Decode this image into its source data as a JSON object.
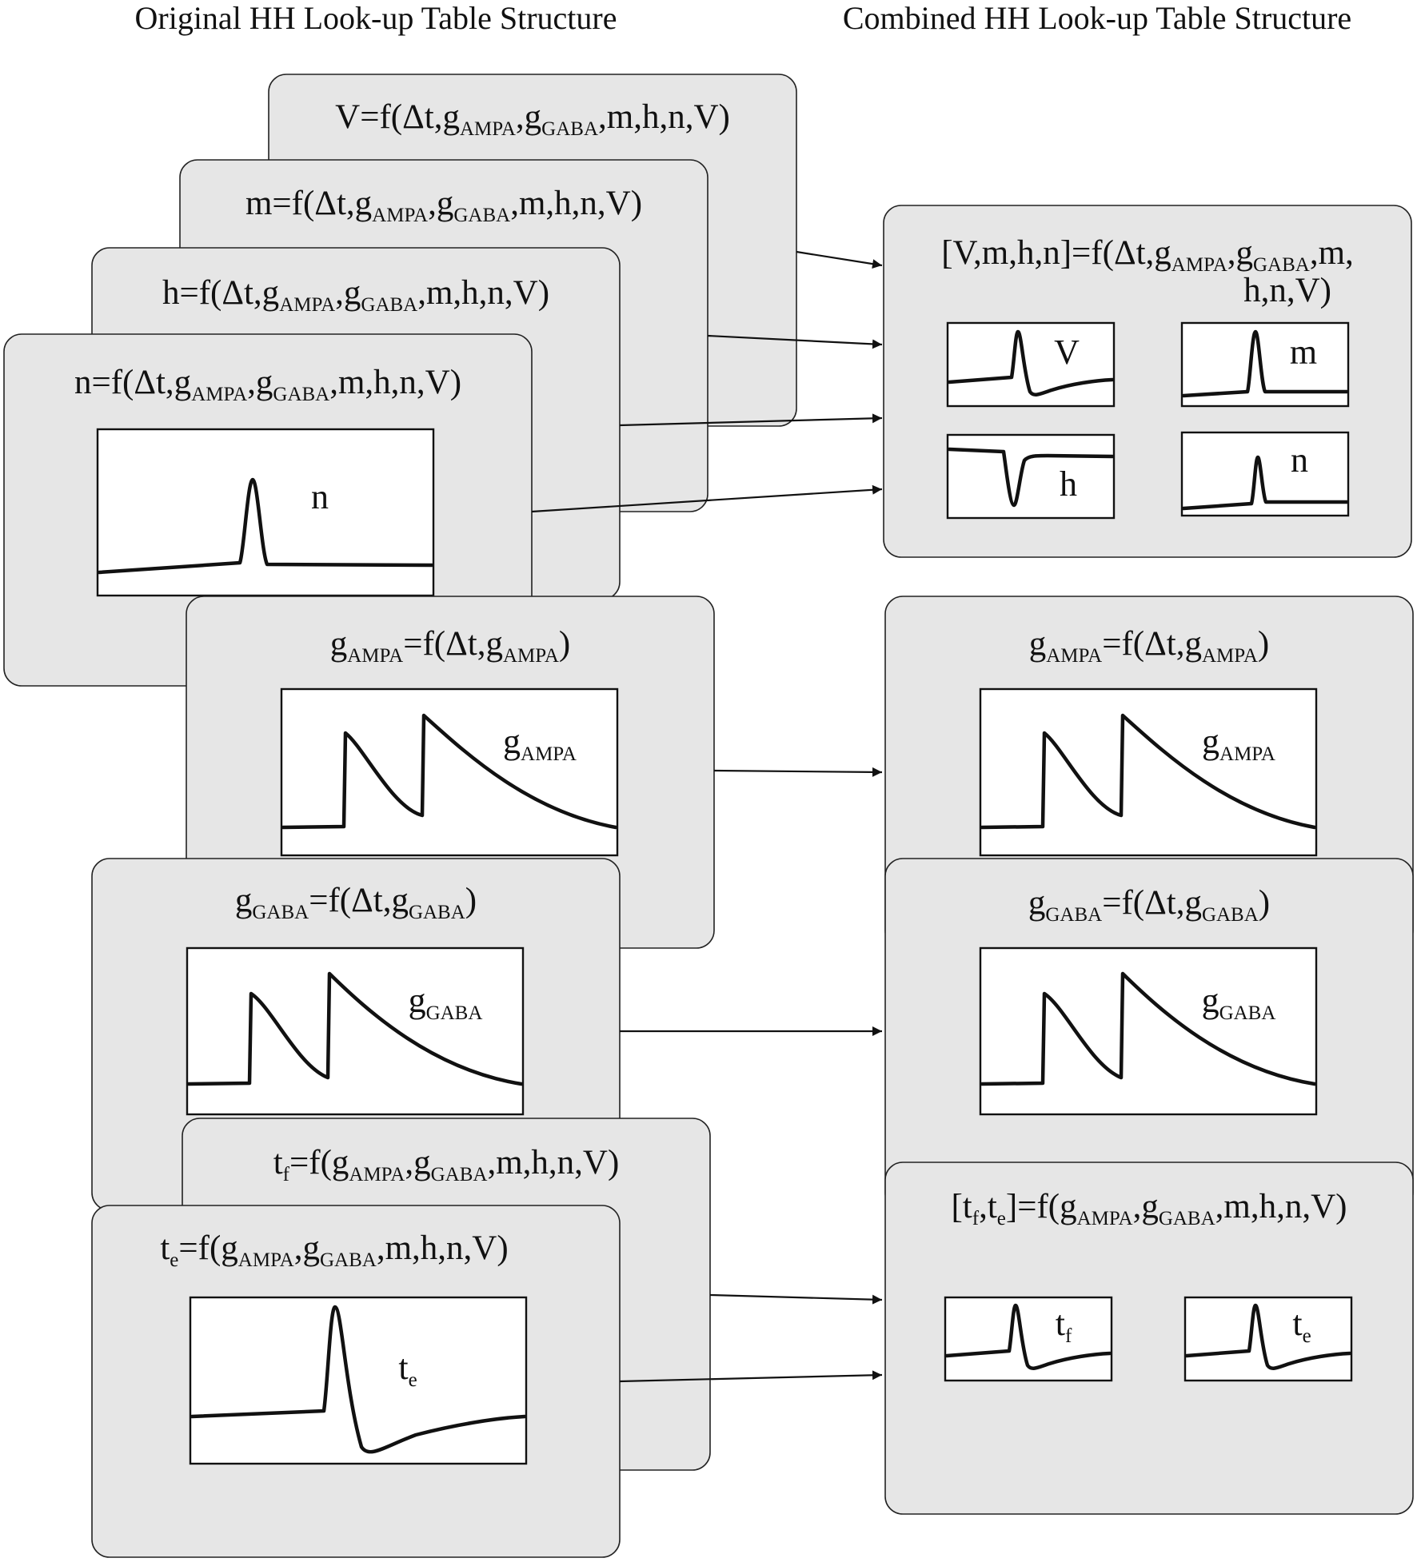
{
  "headings": {
    "original": "Original HH Look-up Table Structure",
    "combined": "Combined HH Look-up Table Structure"
  },
  "original": {
    "V_table": {
      "equation": [
        [
          "V=f(Δt,g",
          ""
        ],
        [
          "AMPA",
          "s"
        ],
        [
          ",g",
          ""
        ],
        [
          "GABA",
          "s"
        ],
        [
          ",m,h,n,V)",
          ""
        ]
      ]
    },
    "m_table": {
      "equation": [
        [
          "m=f(Δt,g",
          ""
        ],
        [
          "AMPA",
          "s"
        ],
        [
          ",g",
          ""
        ],
        [
          "GABA",
          "s"
        ],
        [
          ",m,h,n,V)",
          ""
        ]
      ]
    },
    "h_table": {
      "equation": [
        [
          "h=f(Δt,g",
          ""
        ],
        [
          "AMPA",
          "s"
        ],
        [
          ",g",
          ""
        ],
        [
          "GABA",
          "s"
        ],
        [
          ",m,h,n,V)",
          ""
        ]
      ]
    },
    "n_table": {
      "equation": [
        [
          "n=f(Δt,g",
          ""
        ],
        [
          "AMPA",
          "s"
        ],
        [
          ",g",
          ""
        ],
        [
          "GABA",
          "s"
        ],
        [
          ",m,h,n,V)",
          ""
        ]
      ],
      "plot_label": [
        [
          "n",
          ""
        ]
      ]
    },
    "gampa_table": {
      "equation": [
        [
          "g",
          ""
        ],
        [
          "AMPA",
          "s"
        ],
        [
          "=f(Δt,g",
          ""
        ],
        [
          "AMPA",
          "s"
        ],
        [
          ")",
          ""
        ]
      ],
      "plot_label": [
        [
          "g",
          ""
        ],
        [
          "AMPA",
          "s"
        ]
      ]
    },
    "ggaba_table": {
      "equation": [
        [
          "g",
          ""
        ],
        [
          "GABA",
          "s"
        ],
        [
          "=f(Δt,g",
          ""
        ],
        [
          "GABA",
          "s"
        ],
        [
          ")",
          ""
        ]
      ],
      "plot_label": [
        [
          "g",
          ""
        ],
        [
          "GABA",
          "s"
        ]
      ]
    },
    "tf_table": {
      "equation": [
        [
          "t",
          ""
        ],
        [
          "f",
          "s"
        ],
        [
          "=f(g",
          ""
        ],
        [
          "AMPA",
          "s"
        ],
        [
          ",g",
          ""
        ],
        [
          "GABA",
          "s"
        ],
        [
          ",m,h,n,V)",
          ""
        ]
      ]
    },
    "te_table": {
      "equation": [
        [
          "t",
          ""
        ],
        [
          "e",
          "s"
        ],
        [
          "=f(g",
          ""
        ],
        [
          "AMPA",
          "s"
        ],
        [
          ",g",
          ""
        ],
        [
          "GABA",
          "s"
        ],
        [
          ",m,h,n,V)",
          ""
        ]
      ],
      "plot_label": [
        [
          "t",
          ""
        ],
        [
          "e",
          "s"
        ]
      ]
    }
  },
  "combined": {
    "vmhn_table": {
      "equation_line1": [
        [
          "[V,m,h,n]=f(Δt,g",
          ""
        ],
        [
          "AMPA",
          "s"
        ],
        [
          ",g",
          ""
        ],
        [
          "GABA",
          "s"
        ],
        [
          ",m,",
          ""
        ]
      ],
      "equation_line2": [
        [
          "h,n,V)",
          ""
        ]
      ],
      "plot_labels": {
        "V": [
          [
            "V",
            ""
          ]
        ],
        "m": [
          [
            "m",
            ""
          ]
        ],
        "h": [
          [
            "h",
            ""
          ]
        ],
        "n": [
          [
            "n",
            ""
          ]
        ]
      }
    },
    "gampa_table": {
      "equation": [
        [
          "g",
          ""
        ],
        [
          "AMPA",
          "s"
        ],
        [
          "=f(Δt,g",
          ""
        ],
        [
          "AMPA",
          "s"
        ],
        [
          ")",
          ""
        ]
      ],
      "plot_label": [
        [
          "g",
          ""
        ],
        [
          "AMPA",
          "s"
        ]
      ]
    },
    "ggaba_table": {
      "equation": [
        [
          "g",
          ""
        ],
        [
          "GABA",
          "s"
        ],
        [
          "=f(Δt,g",
          ""
        ],
        [
          "GABA",
          "s"
        ],
        [
          ")",
          ""
        ]
      ],
      "plot_label": [
        [
          "g",
          ""
        ],
        [
          "GABA",
          "s"
        ]
      ]
    },
    "tfte_table": {
      "equation": [
        [
          "[t",
          ""
        ],
        [
          "f",
          "s"
        ],
        [
          ",t",
          ""
        ],
        [
          "e",
          "s"
        ],
        [
          "]=f(g",
          ""
        ],
        [
          "AMPA",
          "s"
        ],
        [
          ",g",
          ""
        ],
        [
          "GABA",
          "s"
        ],
        [
          ",m,h,n,V)",
          ""
        ]
      ],
      "plot_labels": {
        "tf": [
          [
            "t",
            ""
          ],
          [
            "f",
            "s"
          ]
        ],
        "te": [
          [
            "t",
            ""
          ],
          [
            "e",
            "s"
          ]
        ]
      }
    }
  }
}
